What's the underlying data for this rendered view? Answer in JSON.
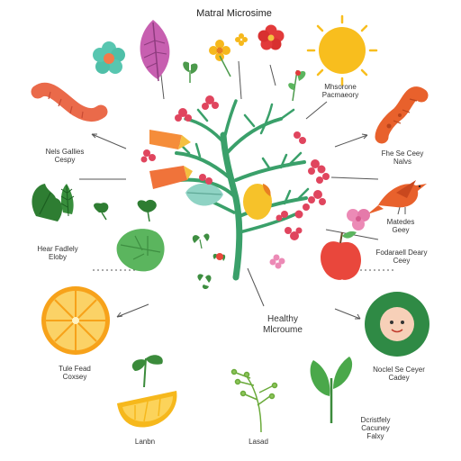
{
  "title": "Matral Microsime",
  "center_label": {
    "line1": "Healthy",
    "line2": "Mlcroume"
  },
  "labels": {
    "top_right": {
      "line1": "Mhsorone",
      "line2": "Pacmaeory"
    },
    "left_1": {
      "line1": "Nels Gallies",
      "line2": "Cespy"
    },
    "right_1": {
      "line1": "Fhe Se Ceey",
      "line2": "Nalvs"
    },
    "left_2": {
      "line1": "Hear Fadlely",
      "line2": "Eloby"
    },
    "right_2": {
      "line1": "Matedes",
      "line2": "Geey"
    },
    "right_3": {
      "line1": "Fodaraell Deary",
      "line2": "Ceey"
    },
    "left_3": {
      "line1": "Tule Fead",
      "line2": "Coxsey"
    },
    "right_4": {
      "line1": "Noclel Se Ceyer",
      "line2": "Cadey"
    },
    "bottom_left": {
      "line1": "Lanbn"
    },
    "bottom_mid": {
      "line1": "Lasad"
    },
    "bottom_right": {
      "line1": "Dcristfely",
      "line2": "Cacuney",
      "line3": "Falxy"
    }
  },
  "colors": {
    "tree": "#3aa06a",
    "berry": "#e0455e",
    "worm": "#ea6a4a",
    "sun": "#f8be1e",
    "orange": "#f7a21a",
    "bird": "#e8612c",
    "apple": "#e9473c",
    "microbe": "#2f8a45",
    "leaf": "#5bb55e",
    "lavender": "#c75fb0",
    "arrow": "#555555"
  },
  "icons": [
    "flower-icon",
    "lavender-leaf-icon",
    "sun-icon",
    "worm-icon",
    "bird-icon",
    "apple-icon",
    "orange-slice-icon",
    "microbe-face-icon",
    "sprout-icon",
    "seedling-icon",
    "lemon-wedge-icon",
    "herb-icon",
    "cabbage-leaf-icon",
    "kale-icon",
    "tree-icon"
  ]
}
